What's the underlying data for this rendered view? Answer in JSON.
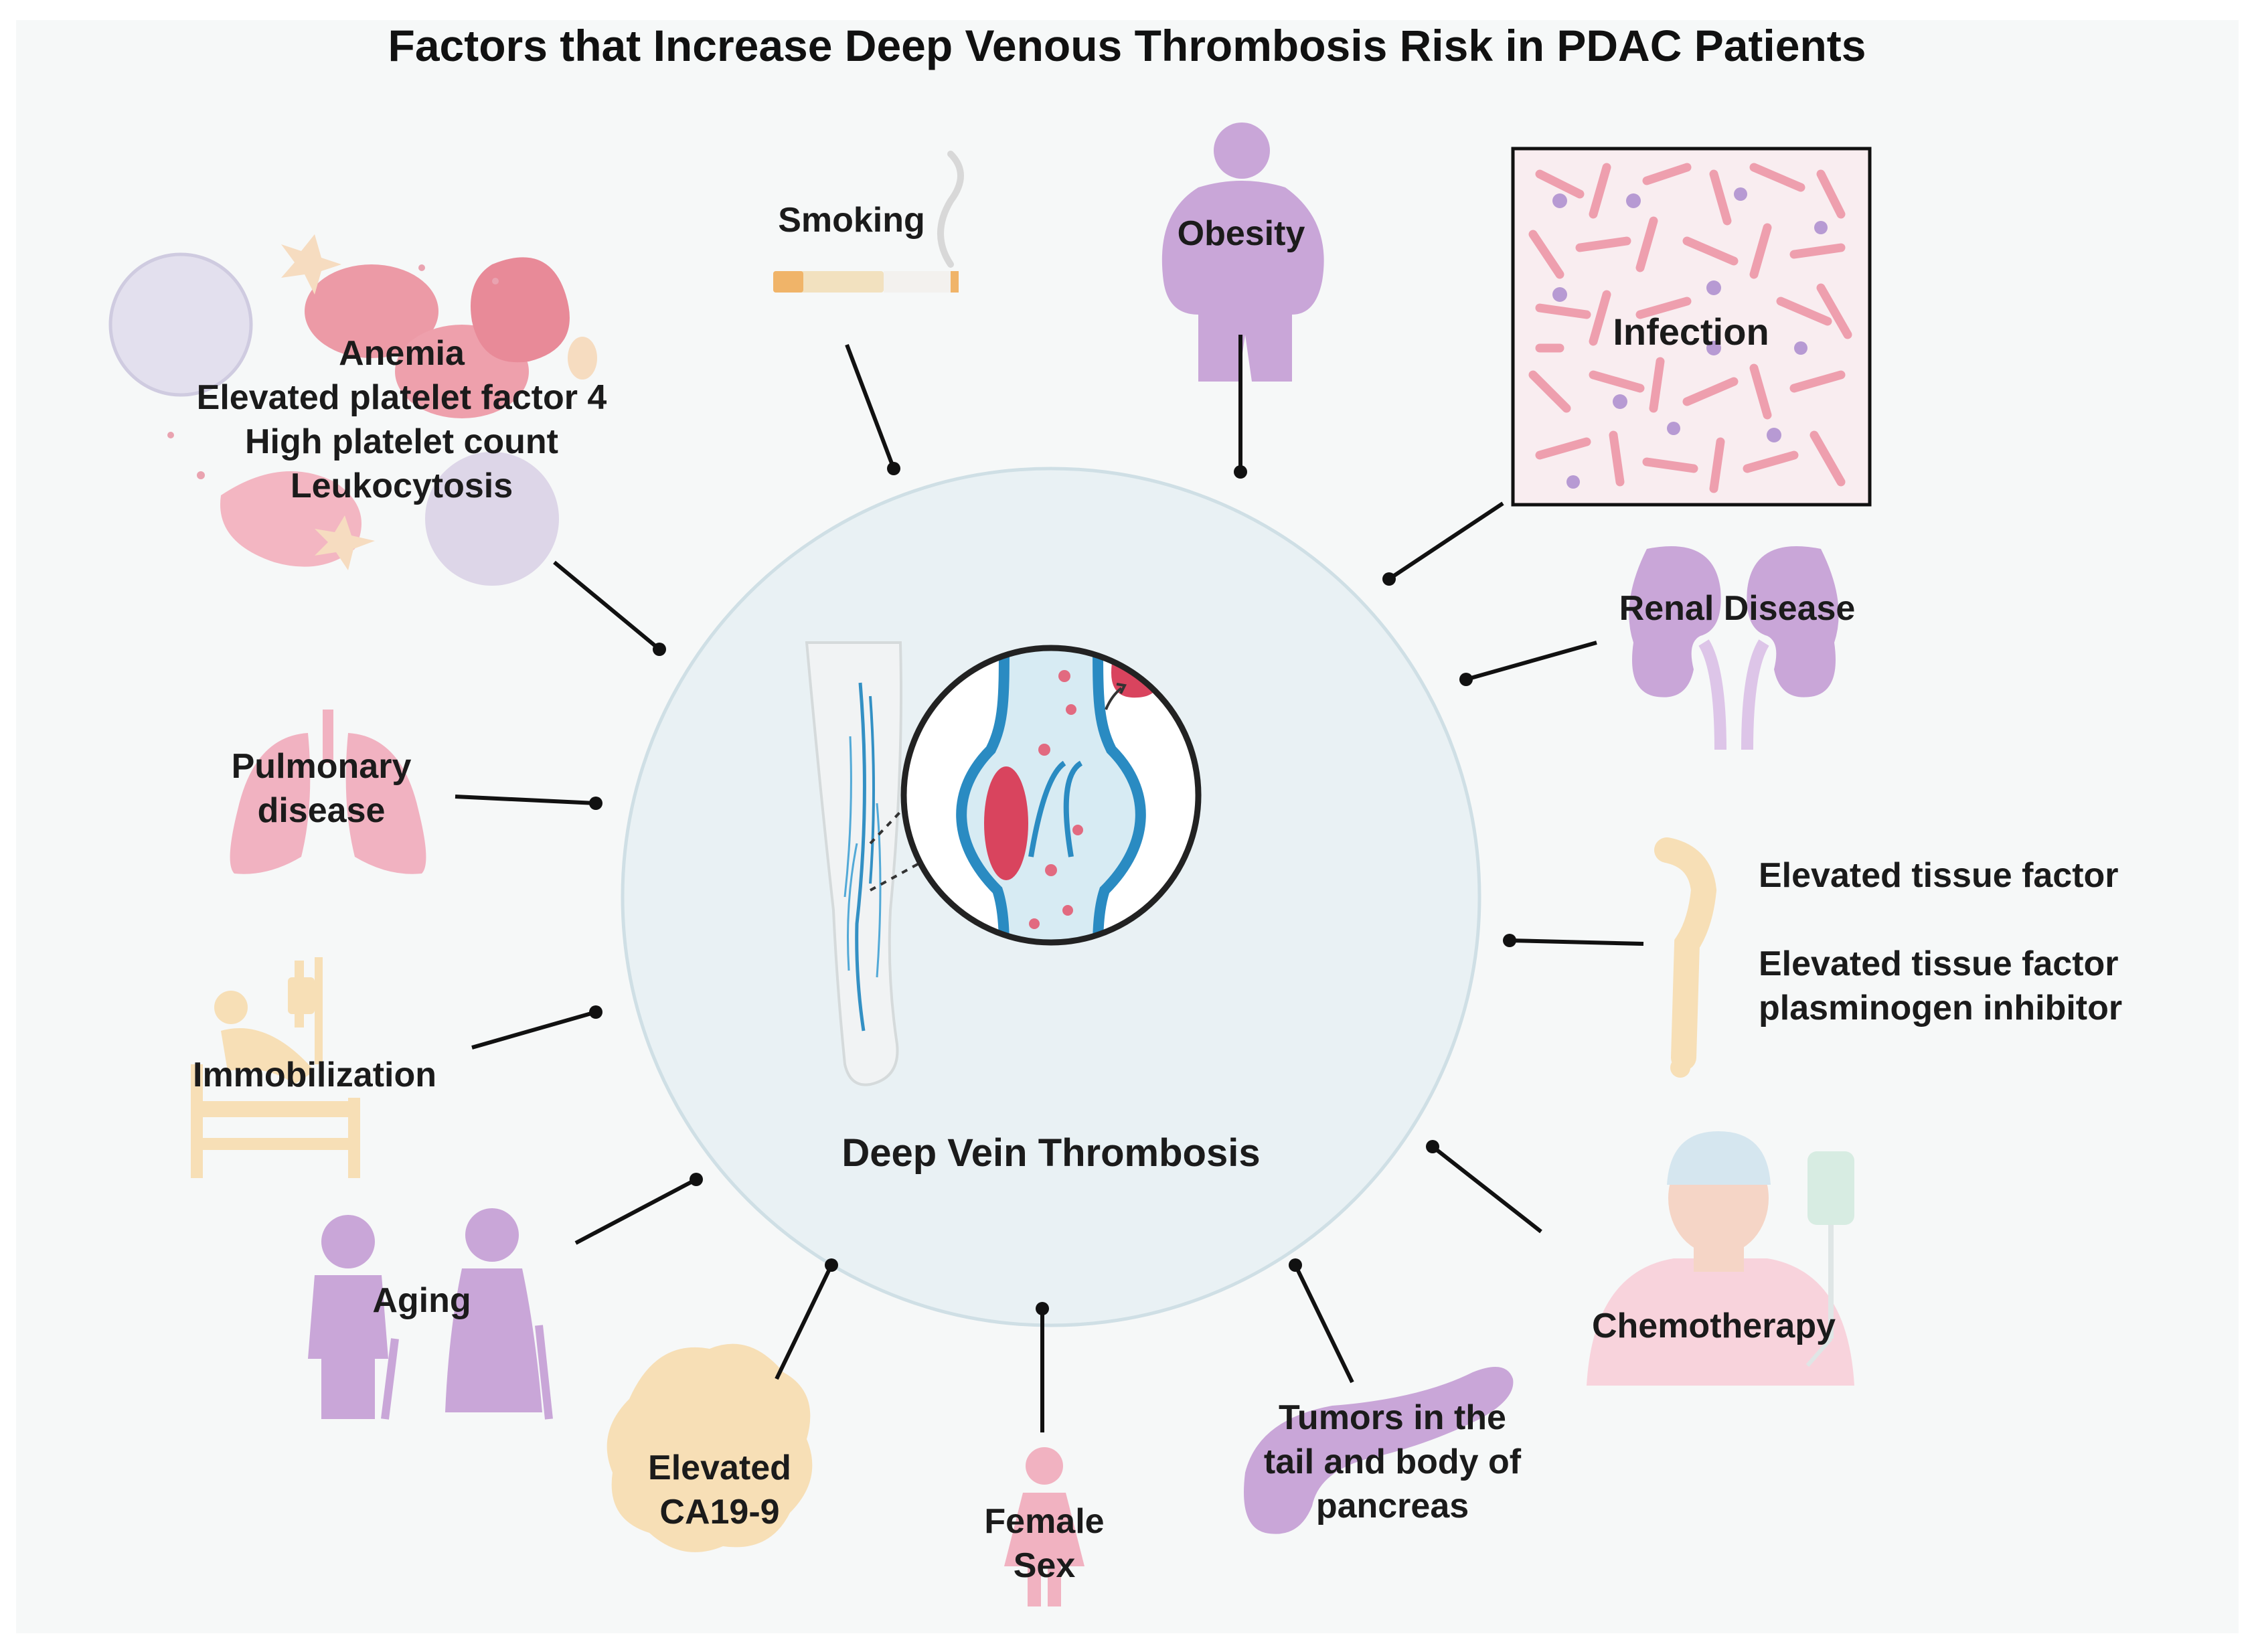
{
  "title": "Factors that Increase Deep Venous Thrombosis Risk in PDAC Patients",
  "center": {
    "label": "Deep Vein Thrombosis"
  },
  "factors": {
    "blood": [
      "Anemia",
      "Elevated platelet factor 4",
      "High platelet count",
      "Leukocytosis"
    ],
    "smoking": "Smoking",
    "obesity": "Obesity",
    "infection": "Infection",
    "renal": "Renal Disease",
    "tissue_factor": [
      "Elevated tissue factor",
      "Elevated tissue factor",
      "plasminogen inhibitor"
    ],
    "chemo": "Chemotherapy",
    "tumors": [
      "Tumors in the",
      "tail and body of",
      "pancreas"
    ],
    "female": [
      "Female",
      "Sex"
    ],
    "ca199": [
      "Elevated",
      "CA19-9"
    ],
    "aging": "Aging",
    "immobilization": "Immobilization",
    "pulmonary": [
      "Pulmonary",
      "disease"
    ]
  },
  "colors": {
    "background": "#f6f8f8",
    "circle_fill": "#e9f1f4",
    "purple": "#c9a6d8",
    "pink": "#f1b2c1",
    "peach": "#f7dfb6",
    "vein_blue": "#2a8bc2",
    "clot_red": "#d9445e"
  }
}
